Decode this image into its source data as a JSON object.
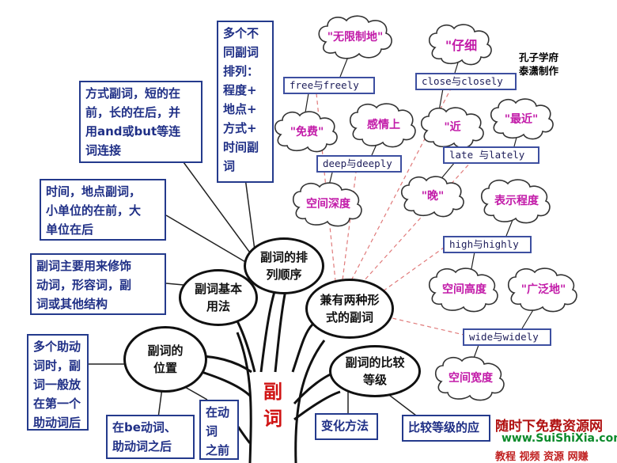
{
  "title_node": "副词",
  "credit": "孔子学府\n泰潇制作",
  "nodes": {
    "order": "副词的排\n列顺序",
    "basic_usage": "副词基本\n用法",
    "position": "副词的\n位置",
    "two_forms": "兼有两种形\n式的副词",
    "comparison": "副词的比较\n等级"
  },
  "boxes": {
    "order_multi": "多个不\n同副词\n排列：\n程度+\n地点+\n方式+\n时间副\n词",
    "manner": "方式副词，短的在\n前，长的在后，并\n用and或but等连\n词连接",
    "time_place": "时间，地点副词，\n小单位的在前，大\n单位在后",
    "modify": "副词主要用来修饰\n动词，形容词，副\n词或其他结构",
    "aux": "多个助动\n词时，副\n词一般放\n在第一个\n助动词后",
    "be_aux": "在be动词、\n助动词之后",
    "verb_before": "在动词\n之前",
    "change_method": "变化方法",
    "comparison_use": "比较等级的应"
  },
  "pairs": {
    "free": "free与freely",
    "close": "close与closely",
    "deep": "deep与deeply",
    "late": "late 与lately",
    "high": "high与highly",
    "wide": "wide与widely"
  },
  "clouds": {
    "unlimited": "\"无限制地\"",
    "careful": "\"仔细",
    "free_of_charge": "\"免费\"",
    "feeling": "感情上",
    "near": "\"近",
    "recent": "\"最近\"",
    "space_depth": "空间深度",
    "late_cloud": "\"晚\"",
    "degree": "表示程度",
    "space_height": "空间高度",
    "widely": "\"广泛地\"",
    "space_width": "空间宽度"
  },
  "watermark": {
    "line1": "随时下免费资源网",
    "line2": "www.SuiShiXia.com",
    "line3": "教程 视频 资源 网赚"
  },
  "colors": {
    "box_border": "#243a8c",
    "box_text": "#1f2f86",
    "cloud_text": "#c21aa8",
    "trunk_text": "#d01414",
    "link_dashed": "#e07a7a"
  }
}
